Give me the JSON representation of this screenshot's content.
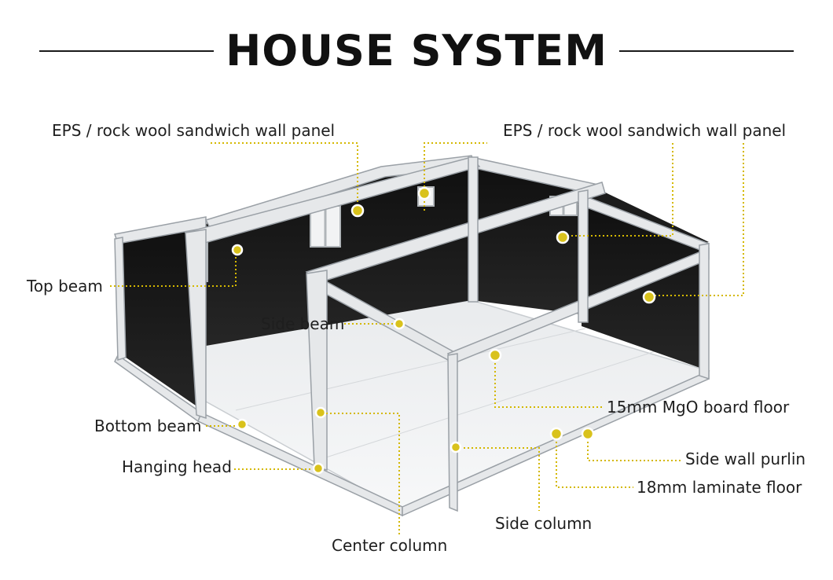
{
  "header": {
    "title": "HOUSE SYSTEM"
  },
  "labels": {
    "eps_left": "EPS / rock wool sandwich wall panel",
    "eps_right": "EPS / rock wool sandwich wall panel",
    "top_beam": "Top beam",
    "side_beam": "Side beam",
    "bottom_beam": "Bottom beam",
    "hanging_head": "Hanging head",
    "center_column": "Center column",
    "side_column": "Side column",
    "mgo_floor": "15mm MgO board floor",
    "side_wall_purlin": "Side wall purlin",
    "laminate_floor": "18mm laminate floor"
  },
  "colors": {
    "marker": "#d9c21c",
    "leader": "#d4b800",
    "frame": "#e6e8ea",
    "frame_edge": "#9aa0a6",
    "wall": "#161616",
    "floor": "#f1f2f3"
  }
}
